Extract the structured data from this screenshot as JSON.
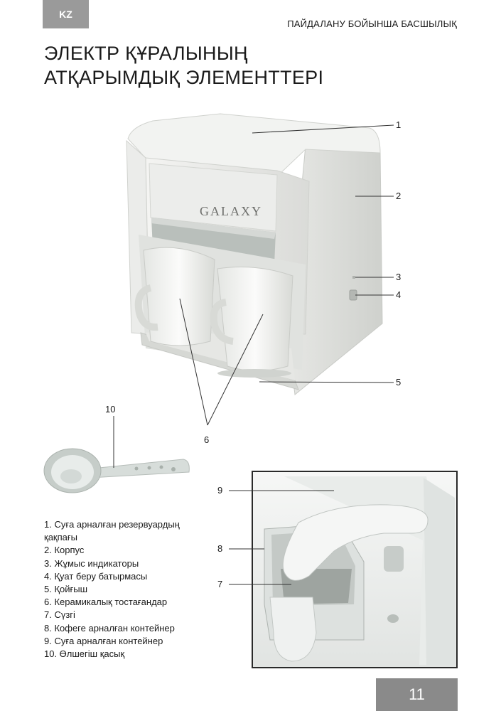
{
  "header": {
    "lang_code": "KZ",
    "manual_title": "ПАЙДАЛАНУ БОЙЫНША БАСШЫЛЫҚ"
  },
  "section": {
    "title_line1": "ЭЛЕКТР ҚҰРАЛЫНЫҢ",
    "title_line2": "АТҚАРЫМДЫҚ ЭЛЕМЕНТТЕРІ"
  },
  "figure": {
    "brand": "GALAXY",
    "callouts": [
      "1",
      "2",
      "3",
      "4",
      "5",
      "6",
      "7",
      "8",
      "9",
      "10"
    ]
  },
  "parts_list": [
    "1. Суға арналған резервуардың",
    "қақпағы",
    "2. Корпус",
    "3. Жұмыс индикаторы",
    "4. Қуат беру батырмасы",
    "5. Қойғыш",
    "6. Керамикалық тостағандар",
    "7. Сүзгі",
    "8. Кофеге арналған контейнер",
    "9. Суға арналған контейнер",
    "10. Өлшегіш қасық"
  ],
  "footer": {
    "page_number": "11"
  },
  "colors": {
    "tab_gray": "#9a9a9a",
    "page_number_bg": "#8a8a8a",
    "appliance_body": "#ececea",
    "accent_gray": "#b9bfbb"
  }
}
